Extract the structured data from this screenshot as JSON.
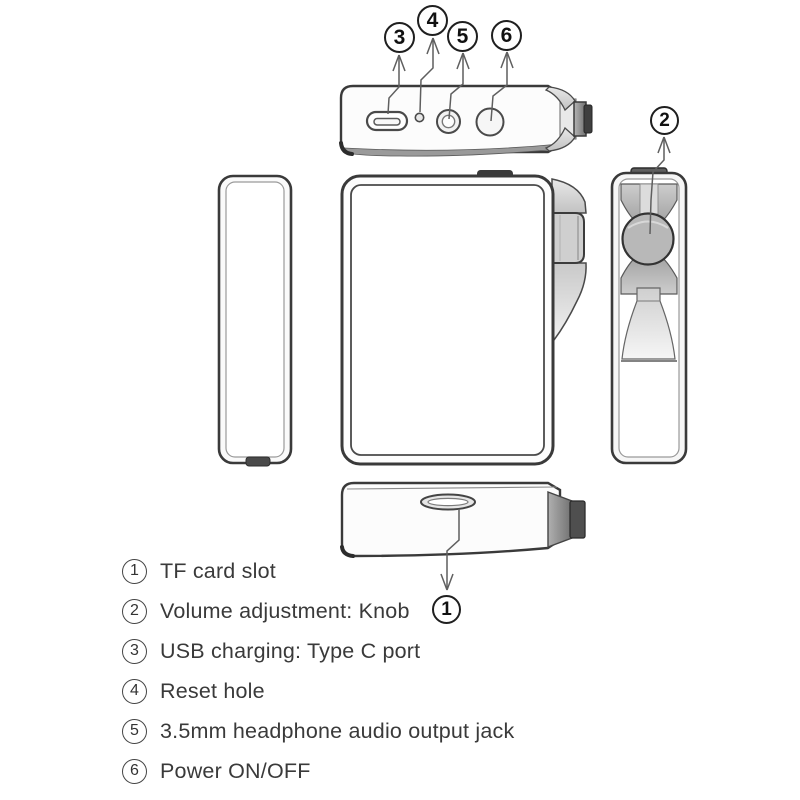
{
  "callouts": {
    "c1": "1",
    "c2": "2",
    "c3": "3",
    "c4": "4",
    "c5": "5",
    "c6": "6"
  },
  "legend": {
    "items": [
      {
        "num": "1",
        "label": "TF card slot"
      },
      {
        "num": "2",
        "label": "Volume adjustment: Knob"
      },
      {
        "num": "3",
        "label": "USB charging: Type C port"
      },
      {
        "num": "4",
        "label": "Reset hole"
      },
      {
        "num": "5",
        "label": "3.5mm headphone audio output jack"
      },
      {
        "num": "6",
        "label": "Power ON/OFF"
      }
    ]
  },
  "colors": {
    "outline": "#3a3a3a",
    "text": "#3a3a3a",
    "badge-border": "#1f1f1f",
    "fill-light": "#fafafa",
    "fill-mid": "#c9c9c9",
    "fill-dark": "#4f4f4f",
    "leader-line": "#6a6a6a"
  }
}
